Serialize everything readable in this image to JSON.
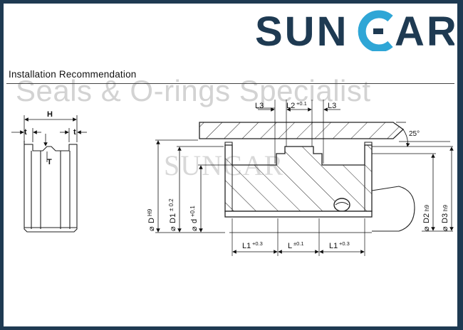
{
  "brand": {
    "name_left": "SUN",
    "name_right": "AR",
    "color_dark": "#1e3a52",
    "color_light": "#2fa6d6"
  },
  "section_title": "Installation  Recommendation",
  "watermarks": {
    "top": "Seals & O-rings Specialist",
    "mid": "SUNCAR"
  },
  "labels": {
    "H": "H",
    "t_left": "t",
    "t_right": "t",
    "T": "T",
    "L3_left": "L3",
    "L2": "L2",
    "L2_tol": "+0.1",
    "L3_right": "L3",
    "angle": "25°",
    "D": "D",
    "D_tol": "H9",
    "D1": "D1",
    "D1_tol": "± 0.2",
    "d": "d",
    "d_tol": "+0.1",
    "D2": "D2",
    "D2_tol": "h9",
    "D3": "D3",
    "D3_tol": "h9",
    "L1_left": "L1",
    "L1_left_tol": "+0.3",
    "L_mid": "L",
    "L_mid_tol": "±0.1",
    "L1_right": "L1",
    "L1_right_tol": "+0.3",
    "dia_symbol": "⌀"
  }
}
